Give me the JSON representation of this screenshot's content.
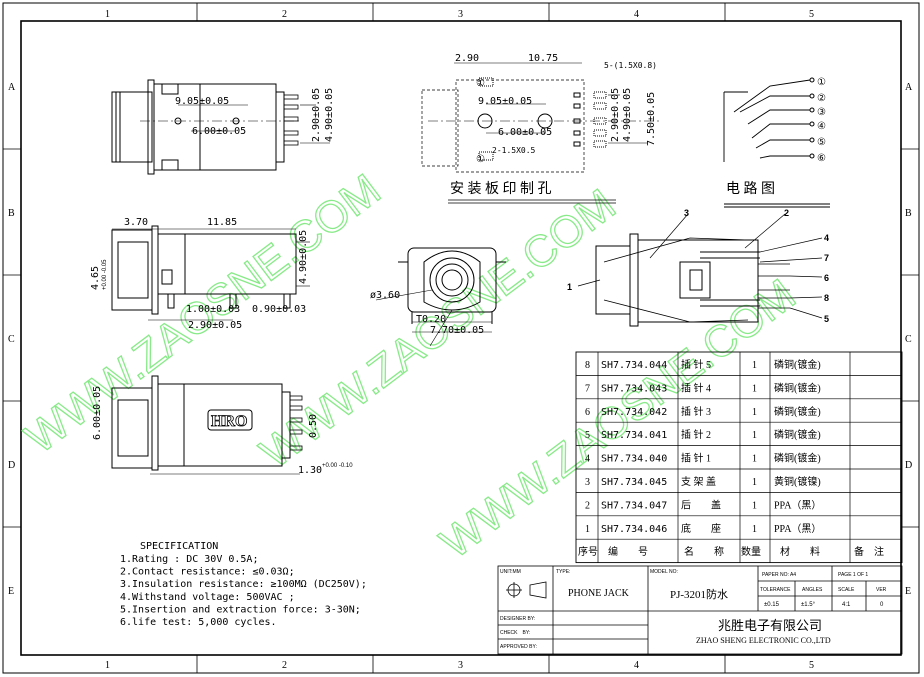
{
  "grid": {
    "columns": [
      "1",
      "2",
      "3",
      "4",
      "5"
    ],
    "rows": [
      "A",
      "B",
      "C",
      "D",
      "E"
    ]
  },
  "watermark": {
    "text": "WWW.ZAOSNE.COM",
    "color": "#7ce87c"
  },
  "views": {
    "top": {
      "dim_a": "9.05±0.05",
      "dim_b": "6.00±0.05",
      "dim_c": "2.90±0.05",
      "dim_d": "4.90±0.05"
    },
    "pcb": {
      "title": "安 装 板 印 制 孔",
      "dim_290": "2.90",
      "dim_1075": "10.75",
      "dim_hole": "5-(1.5X0.8)",
      "dim_905": "9.05±0.05",
      "dim_600": "6.00±0.05",
      "dim_2x15": "2-1.5X0.5",
      "dim_290v": "2.90±0.05",
      "dim_490v": "4.90±0.05",
      "dim_750v": "7.50±0.05",
      "pin_mark": "①"
    },
    "circuit": {
      "title": "电 路 图",
      "pins": [
        "①",
        "②",
        "③",
        "④",
        "⑤",
        "⑥"
      ]
    },
    "side": {
      "dim_370": "3.70",
      "dim_1185": "11.85",
      "dim_465": "4.65",
      "dim_465_tol": "+0.00 -0.05",
      "dim_490": "4.90±0.05",
      "dim_100": "1.00±0.03",
      "dim_090": "0.90±0.03",
      "dim_290": "2.90±0.05"
    },
    "front": {
      "dim_dia": "ø3.60",
      "dim_t": "T0.20",
      "dim_770": "7.70±0.05"
    },
    "bottom": {
      "dim_600": "6.00±0.05",
      "dim_050": "0.50",
      "dim_130": "1.30",
      "dim_130_tol": "+0.00 -0.10",
      "logo": "HRO"
    },
    "exploded": {
      "callouts": [
        "1",
        "2",
        "3",
        "4",
        "5",
        "6",
        "7",
        "8"
      ]
    }
  },
  "bom": {
    "headers": [
      "序号",
      "编　　号",
      "名　　称",
      "数量",
      "材　　料",
      "备　注"
    ],
    "rows": [
      {
        "no": "8",
        "code": "SH7.734.044",
        "name": "插 针 5",
        "qty": "1",
        "material": "磷铜(镀金)",
        "note": ""
      },
      {
        "no": "7",
        "code": "SH7.734.043",
        "name": "插 针 4",
        "qty": "1",
        "material": "磷铜(镀金)",
        "note": ""
      },
      {
        "no": "6",
        "code": "SH7.734.042",
        "name": "插 针 3",
        "qty": "1",
        "material": "磷铜(镀金)",
        "note": ""
      },
      {
        "no": "5",
        "code": "SH7.734.041",
        "name": "插 针 2",
        "qty": "1",
        "material": "磷铜(镀金)",
        "note": ""
      },
      {
        "no": "4",
        "code": "SH7.734.040",
        "name": "插 针 1",
        "qty": "1",
        "material": "磷铜(镀金)",
        "note": ""
      },
      {
        "no": "3",
        "code": "SH7.734.045",
        "name": "支 架 盖",
        "qty": "1",
        "material": "黄铜(镀镍)",
        "note": ""
      },
      {
        "no": "2",
        "code": "SH7.734.047",
        "name": "后　　盖",
        "qty": "1",
        "material": "PPA（黑）",
        "note": ""
      },
      {
        "no": "1",
        "code": "SH7.734.046",
        "name": "底　　座",
        "qty": "1",
        "material": "PPA（黑）",
        "note": ""
      }
    ]
  },
  "spec": {
    "title": "SPECIFICATION",
    "lines": [
      "1.Rating : DC 30V 0.5A;",
      "2.Contact resistance: ≤0.03Ω;",
      "3.Insulation resistance: ≥100MΩ (DC250V);",
      "4.Withstand voltage: 500VAC ;",
      "5.Insertion and extraction force: 3-30N;",
      "6.life test: 5,000 cycles."
    ]
  },
  "title_block": {
    "unit_label": "UNIT:MM",
    "type_label": "TYPE:",
    "type_value": "PHONE JACK",
    "model_label": "MODEL NO:",
    "model_value": "PJ-3201防水",
    "paper_label": "PAPER NO: A4",
    "page_label": "PAGE 1 OF 1",
    "tolerance_label": "TOLERANCE",
    "angles_label": "ANGLES",
    "scale_label": "SCALE",
    "ver_label": "VER",
    "tolerance_value": "±0.15",
    "angles_value": "±1.5°",
    "scale_value": "4:1",
    "ver_value": "0",
    "company_cn": "兆胜电子有限公司",
    "company_en": "ZHAO SHENG ELECTRONIC CO.,LTD",
    "designer_label": "DESIGNER BY:",
    "check_label": "CHECK　BY:",
    "approved_label": "APPROVED BY:"
  }
}
